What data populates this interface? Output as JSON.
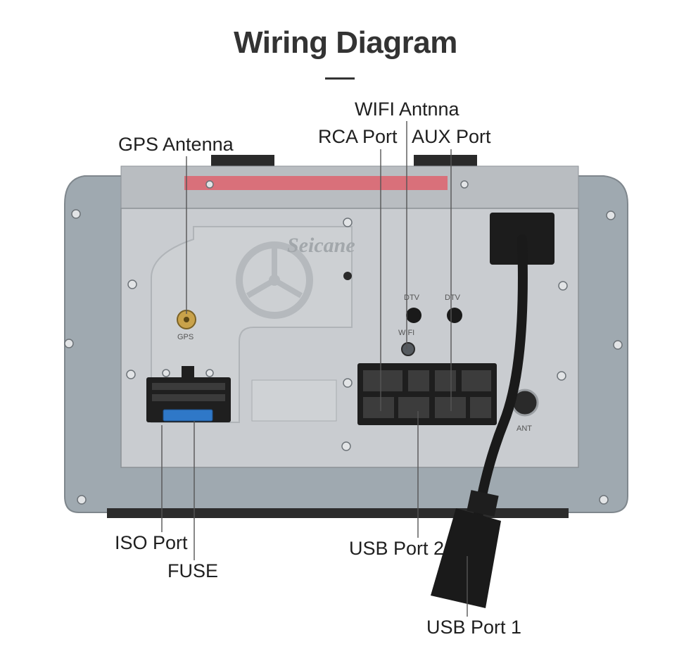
{
  "diagram": {
    "title": "Wiring Diagram",
    "brand": "Seicane",
    "labels": {
      "gps_antenna": "GPS Antenna",
      "wifi_antenna": "WIFI Antnna",
      "rca_port": "RCA Port",
      "aux_port": "AUX Port",
      "iso_port": "ISO Port",
      "fuse": "FUSE",
      "usb_port_2": "USB Port 2",
      "usb_port_1": "USB Port 1"
    },
    "panel_marks": {
      "gps": "GPS",
      "dtv_left": "DTV",
      "dtv_right": "DTV",
      "wifi": "WIFI",
      "ant": "ANT"
    },
    "colors": {
      "panel": "#c9ccd0",
      "housing": "#9ca6ad",
      "fuse": "#2f78c8",
      "label_band": "#d9707a"
    }
  }
}
